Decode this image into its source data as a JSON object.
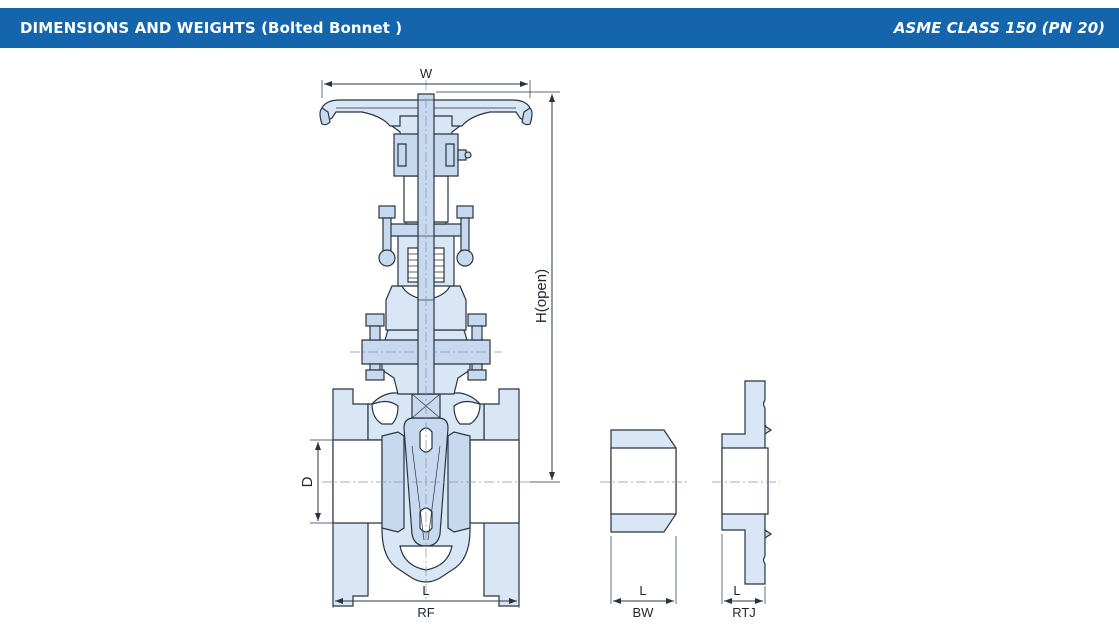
{
  "header": {
    "title": "DIMENSIONS AND WEIGHTS (Bolted Bonnet )",
    "standard": "ASME CLASS 150 (PN 20)"
  },
  "labels": {
    "width": "W",
    "height": "H(open)",
    "diameter": "D",
    "length_rf": "L",
    "rf": "RF",
    "length_bw": "L",
    "bw": "BW",
    "length_rtj": "L",
    "rtj": "RTJ"
  },
  "colors": {
    "header_bar": "#1565ad",
    "body_fill": "#d8e6f5",
    "part_fill": "#c6d9ee",
    "outline": "#2a3440"
  }
}
